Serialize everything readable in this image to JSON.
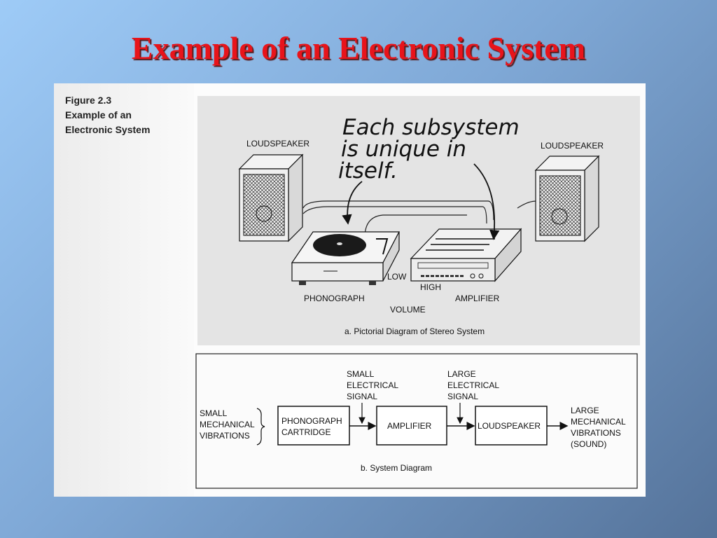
{
  "slide": {
    "title": "Example of an Electronic System"
  },
  "figure": {
    "label": "Figure 2.3",
    "caption_line1": "Example of an",
    "caption_line2": "Electronic System"
  },
  "pictorial": {
    "handwritten_line1": "Each subsystem",
    "handwritten_line2": "is unique in",
    "handwritten_line3": "itself.",
    "loudspeaker_left": "LOUDSPEAKER",
    "loudspeaker_right": "LOUDSPEAKER",
    "phonograph": "PHONOGRAPH",
    "amplifier": "AMPLIFIER",
    "low": "LOW",
    "high": "HIGH",
    "volume": "VOLUME",
    "caption": "a. Pictorial Diagram of Stereo System"
  },
  "system": {
    "input": [
      "SMALL",
      "MECHANICAL",
      "VIBRATIONS"
    ],
    "block1": [
      "PHONOGRAPH",
      "CARTRIDGE"
    ],
    "signal1": [
      "SMALL",
      "ELECTRICAL",
      "SIGNAL"
    ],
    "block2": "AMPLIFIER",
    "signal2": [
      "LARGE",
      "ELECTRICAL",
      "SIGNAL"
    ],
    "block3": "LOUDSPEAKER",
    "output": [
      "LARGE",
      "MECHANICAL",
      "VIBRATIONS",
      "(SOUND)"
    ],
    "caption": "b. System Diagram"
  }
}
